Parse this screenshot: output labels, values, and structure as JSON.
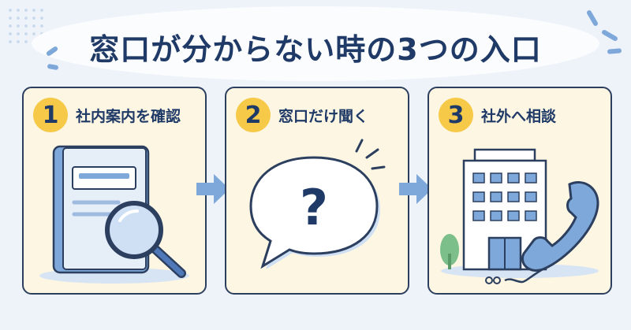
{
  "title": "窓口が分からない時の3つの入口",
  "steps": [
    {
      "number": "1",
      "label": "社内案内を確認",
      "icon": "book-with-magnifier-icon"
    },
    {
      "number": "2",
      "label": "窓口だけ聞く",
      "icon": "speech-bubble-question-icon"
    },
    {
      "number": "3",
      "label": "社外へ相談",
      "icon": "building-and-phone-icon"
    }
  ],
  "bubble_mark": "?",
  "colors": {
    "accent": "#f7c948",
    "card_bg": "#fdf6e3",
    "ink": "#1f3a67",
    "arrow": "#7ea8da"
  }
}
